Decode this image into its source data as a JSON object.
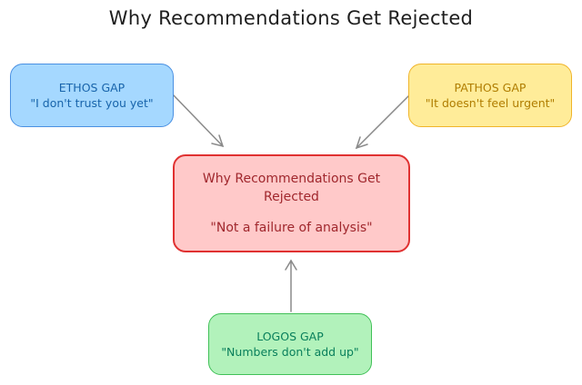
{
  "title": "Why Recommendations Get Rejected",
  "nodes": {
    "ethos": {
      "heading": "ETHOS GAP",
      "quote": "\"I don't trust you yet\""
    },
    "pathos": {
      "heading": "PATHOS GAP",
      "quote": "\"It doesn't feel urgent\""
    },
    "logos": {
      "heading": "LOGOS GAP",
      "quote": "\"Numbers don't add up\""
    },
    "center": {
      "line1": "Why Recommendations Get",
      "line2": "Rejected",
      "quote": "\"Not a failure of analysis\""
    }
  },
  "colors": {
    "ethos_fill": "#a5d8ff",
    "ethos_stroke": "#4a90e2",
    "pathos_fill": "#ffec99",
    "pathos_stroke": "#f0b429",
    "logos_fill": "#b2f2bb",
    "logos_stroke": "#40c057",
    "center_fill": "#ffc9c9",
    "center_stroke": "#e03131",
    "arrow": "#8a8a8a"
  }
}
